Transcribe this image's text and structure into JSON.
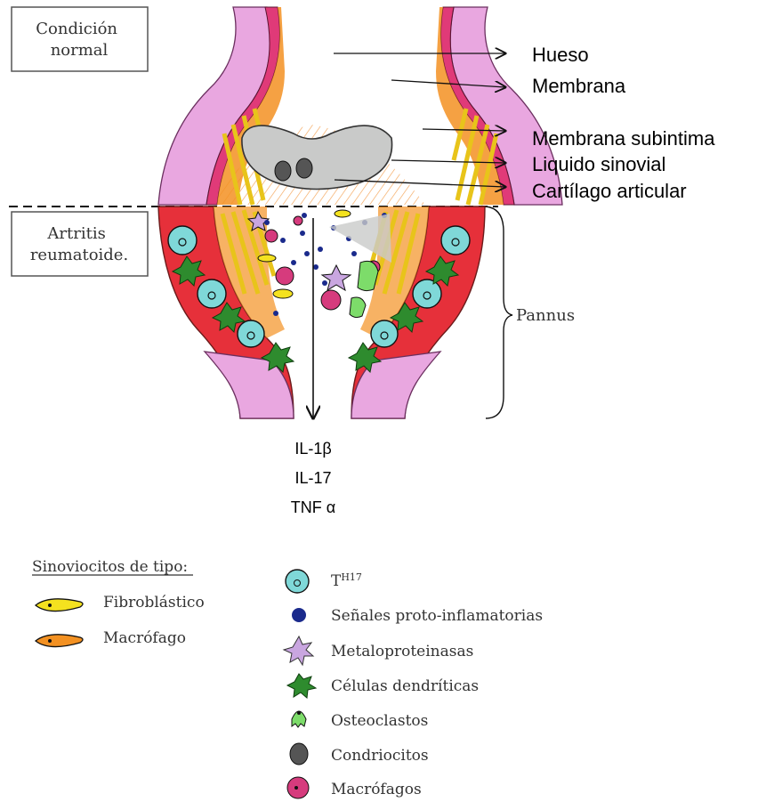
{
  "states": {
    "normal": "Condición\nnormal",
    "ra": "Artritis\nreumatoide."
  },
  "structures": [
    "Hueso",
    "Membrana",
    "Membrana subintima",
    "Liquido sinovial",
    "Cartílago articular"
  ],
  "pannus": "Pannus",
  "cytokines": [
    "IL-1β",
    "IL-17",
    "TNF α"
  ],
  "legend_left": {
    "title": "Sinoviocitos de tipo:",
    "items": [
      {
        "label": "Fibroblástico",
        "color": "#f4e21f"
      },
      {
        "label": "Macrófago",
        "color": "#f39122"
      }
    ]
  },
  "legend_right": [
    {
      "label": "T",
      "sup": "H17",
      "icon": "th17-cell-icon",
      "color": "#7fd8d8"
    },
    {
      "label": "Señales proto-inflamatorias",
      "icon": "signal-dot-icon",
      "color": "#1a2a8c"
    },
    {
      "label": "Metaloproteinasas",
      "icon": "star-cell-icon",
      "color": "#c9a6e0"
    },
    {
      "label": "Células dendríticas",
      "icon": "dendritic-cell-icon",
      "color": "#2e8b2e"
    },
    {
      "label": "Osteoclastos",
      "icon": "osteoclast-icon",
      "color": "#7ddc6a"
    },
    {
      "label": "Condriocitos",
      "icon": "chondrocyte-icon",
      "color": "#555555"
    },
    {
      "label": "Macrófagos",
      "icon": "macrophage-icon",
      "color": "#d63b7d"
    }
  ],
  "colors": {
    "bone": "#e9a7e0",
    "membrane": "#e03a78",
    "subintima": "#f39122",
    "inflamed": "#e6303a",
    "cartilage": "#c9cac9"
  }
}
